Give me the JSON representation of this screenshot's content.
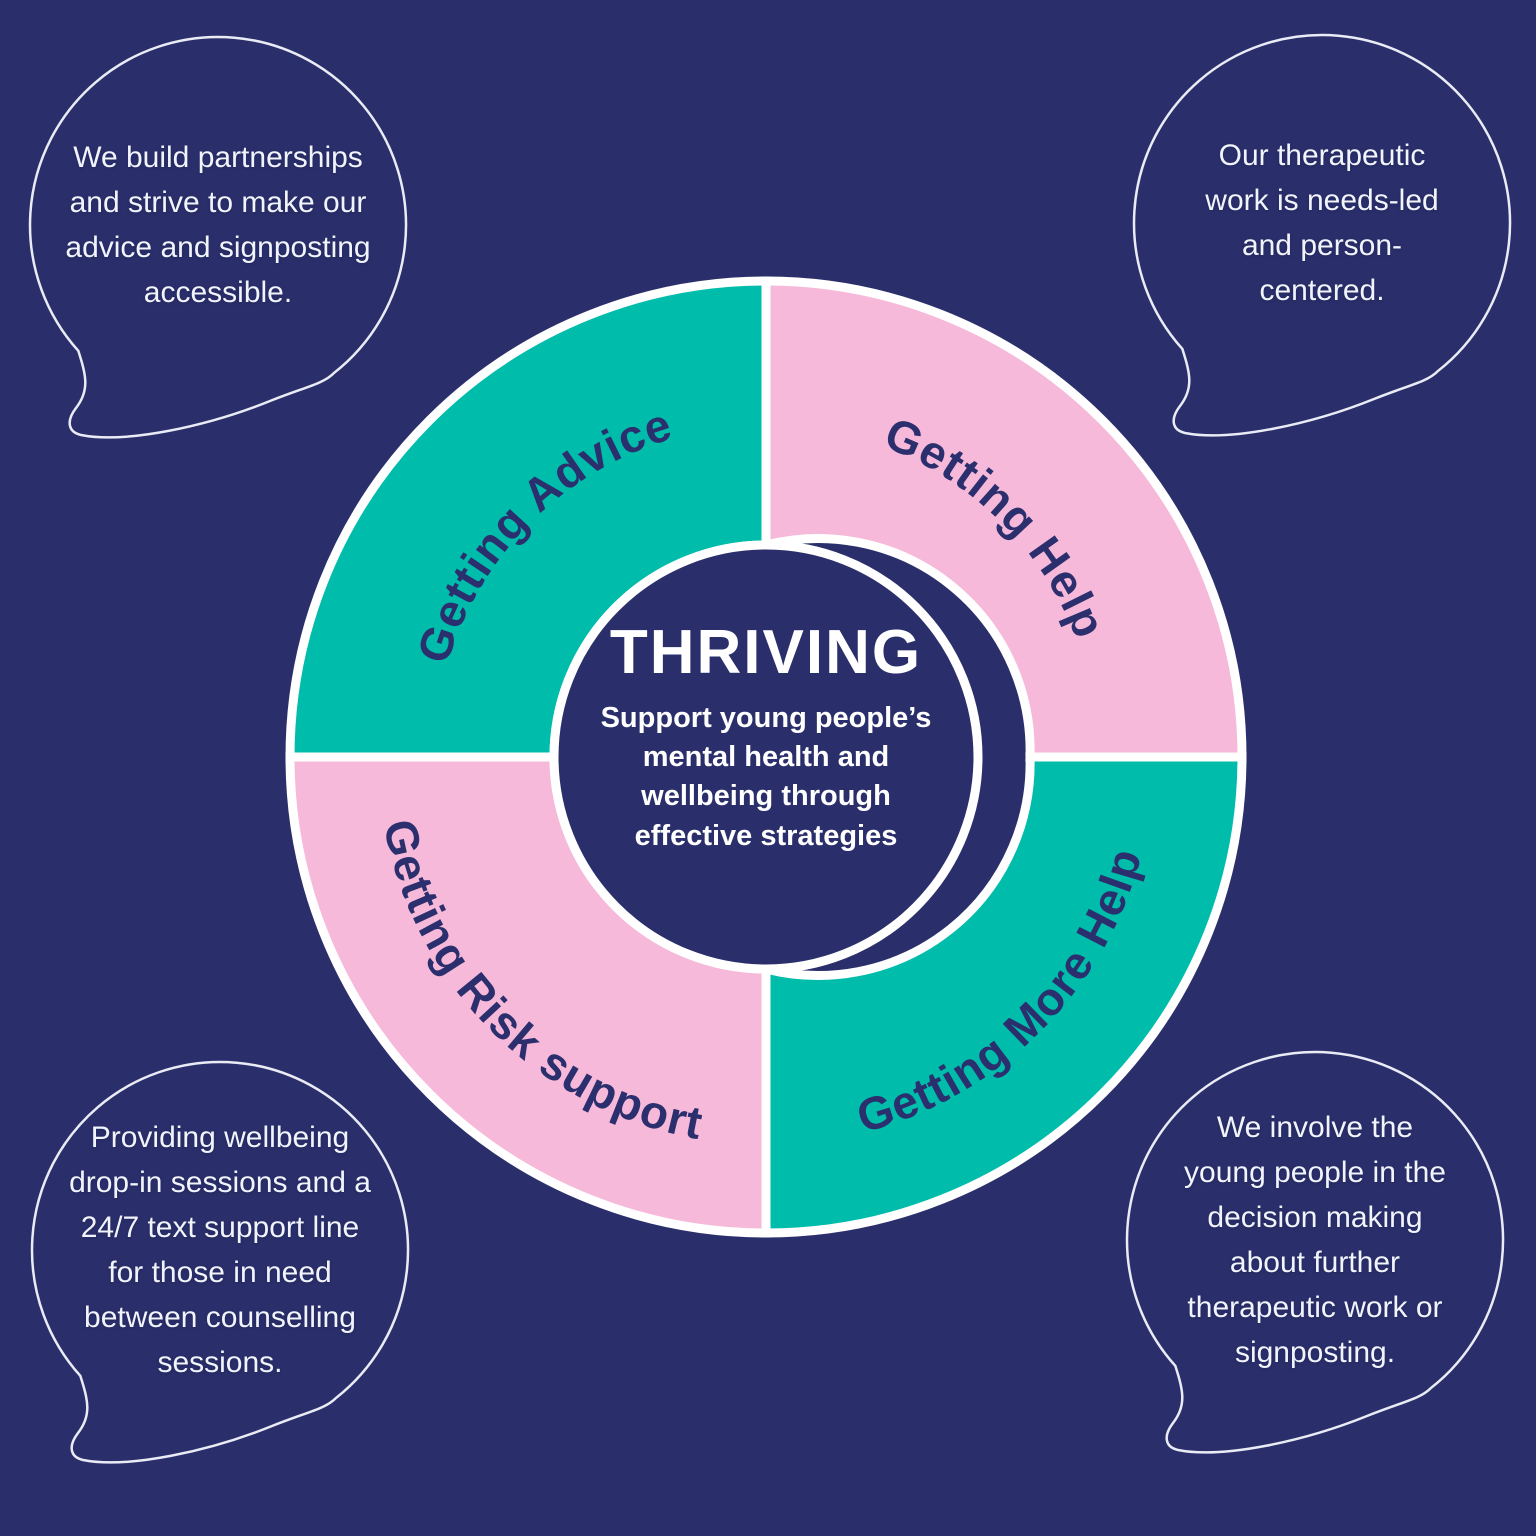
{
  "colors": {
    "background": "#2a2f6b",
    "teal": "#00bdab",
    "pink": "#f6b9d9",
    "divider_white": "#ffffff",
    "bubble_outline": "#e9ebf5",
    "label_navy": "#2b2f6e",
    "center_text": "#ffffff"
  },
  "wheel": {
    "center_title": "THRIVING",
    "center_subtitle": "Support young people’s\nmental health and\nwellbeing through\neffective strategies",
    "segments": [
      {
        "label": "Getting Advice",
        "color": "#00bdab",
        "position": "top-left"
      },
      {
        "label": "Getting Help",
        "color": "#f6b9d9",
        "position": "top-right"
      },
      {
        "label": "Getting Risk support",
        "color": "#f6b9d9",
        "position": "bottom-left"
      },
      {
        "label": "Getting More Help",
        "color": "#00bdab",
        "position": "bottom-right"
      }
    ]
  },
  "bubbles": [
    {
      "position": "top-left",
      "text": "We build partnerships\nand strive to make our\nadvice and signposting\naccessible."
    },
    {
      "position": "top-right",
      "text": "Our therapeutic\nwork is needs-led\nand person-\ncentered."
    },
    {
      "position": "bottom-left",
      "text": "Providing wellbeing\ndrop-in sessions and a\n24/7 text support line\nfor those in need\nbetween counselling\nsessions."
    },
    {
      "position": "bottom-right",
      "text": "We involve the\nyoung people in the\ndecision making\nabout further\ntherapeutic work or\nsignposting."
    }
  ]
}
